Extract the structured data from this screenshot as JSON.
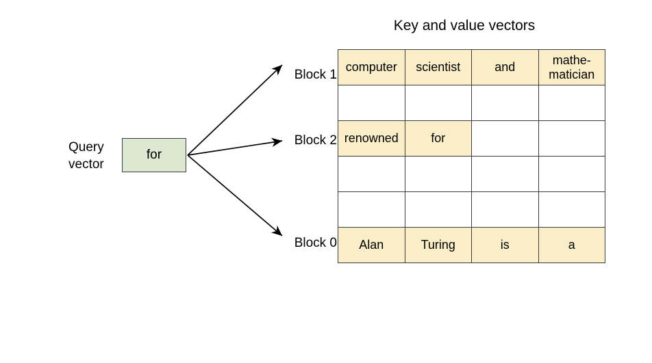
{
  "diagram": {
    "table_title": "Key and value vectors",
    "query_label": "Query\nvector",
    "query_box_value": "for",
    "colors": {
      "filled_cell": "#faeec9",
      "query_box": "#dde8d3",
      "border": "#3c3c3c",
      "background": "#ffffff",
      "text": "#000000",
      "arrow": "#000000"
    },
    "block_labels": [
      {
        "name": "block-label-1",
        "text": "Block 1",
        "row_index": 0
      },
      {
        "name": "block-label-2",
        "text": "Block 2",
        "row_index": 2
      },
      {
        "name": "block-label-0",
        "text": "Block 0",
        "row_index": 5
      }
    ],
    "arrows": [
      {
        "name": "arrow-to-block-1",
        "from": "query-box",
        "to": "Block 1"
      },
      {
        "name": "arrow-to-block-2",
        "from": "query-box",
        "to": "Block 2"
      },
      {
        "name": "arrow-to-block-0",
        "from": "query-box",
        "to": "Block 0"
      }
    ],
    "table": {
      "columns": 4,
      "rows": 6,
      "cells": [
        [
          {
            "text": "computer",
            "filled": true
          },
          {
            "text": "scientist",
            "filled": true
          },
          {
            "text": "and",
            "filled": true
          },
          {
            "text": "mathe-matician",
            "filled": true
          }
        ],
        [
          {
            "text": "",
            "filled": false
          },
          {
            "text": "",
            "filled": false
          },
          {
            "text": "",
            "filled": false
          },
          {
            "text": "",
            "filled": false
          }
        ],
        [
          {
            "text": "renowned",
            "filled": true
          },
          {
            "text": "for",
            "filled": true
          },
          {
            "text": "",
            "filled": false
          },
          {
            "text": "",
            "filled": false
          }
        ],
        [
          {
            "text": "",
            "filled": false
          },
          {
            "text": "",
            "filled": false
          },
          {
            "text": "",
            "filled": false
          },
          {
            "text": "",
            "filled": false
          }
        ],
        [
          {
            "text": "",
            "filled": false
          },
          {
            "text": "",
            "filled": false
          },
          {
            "text": "",
            "filled": false
          },
          {
            "text": "",
            "filled": false
          }
        ],
        [
          {
            "text": "Alan",
            "filled": true
          },
          {
            "text": "Turing",
            "filled": true
          },
          {
            "text": "is",
            "filled": true
          },
          {
            "text": "a",
            "filled": true
          }
        ]
      ]
    }
  }
}
